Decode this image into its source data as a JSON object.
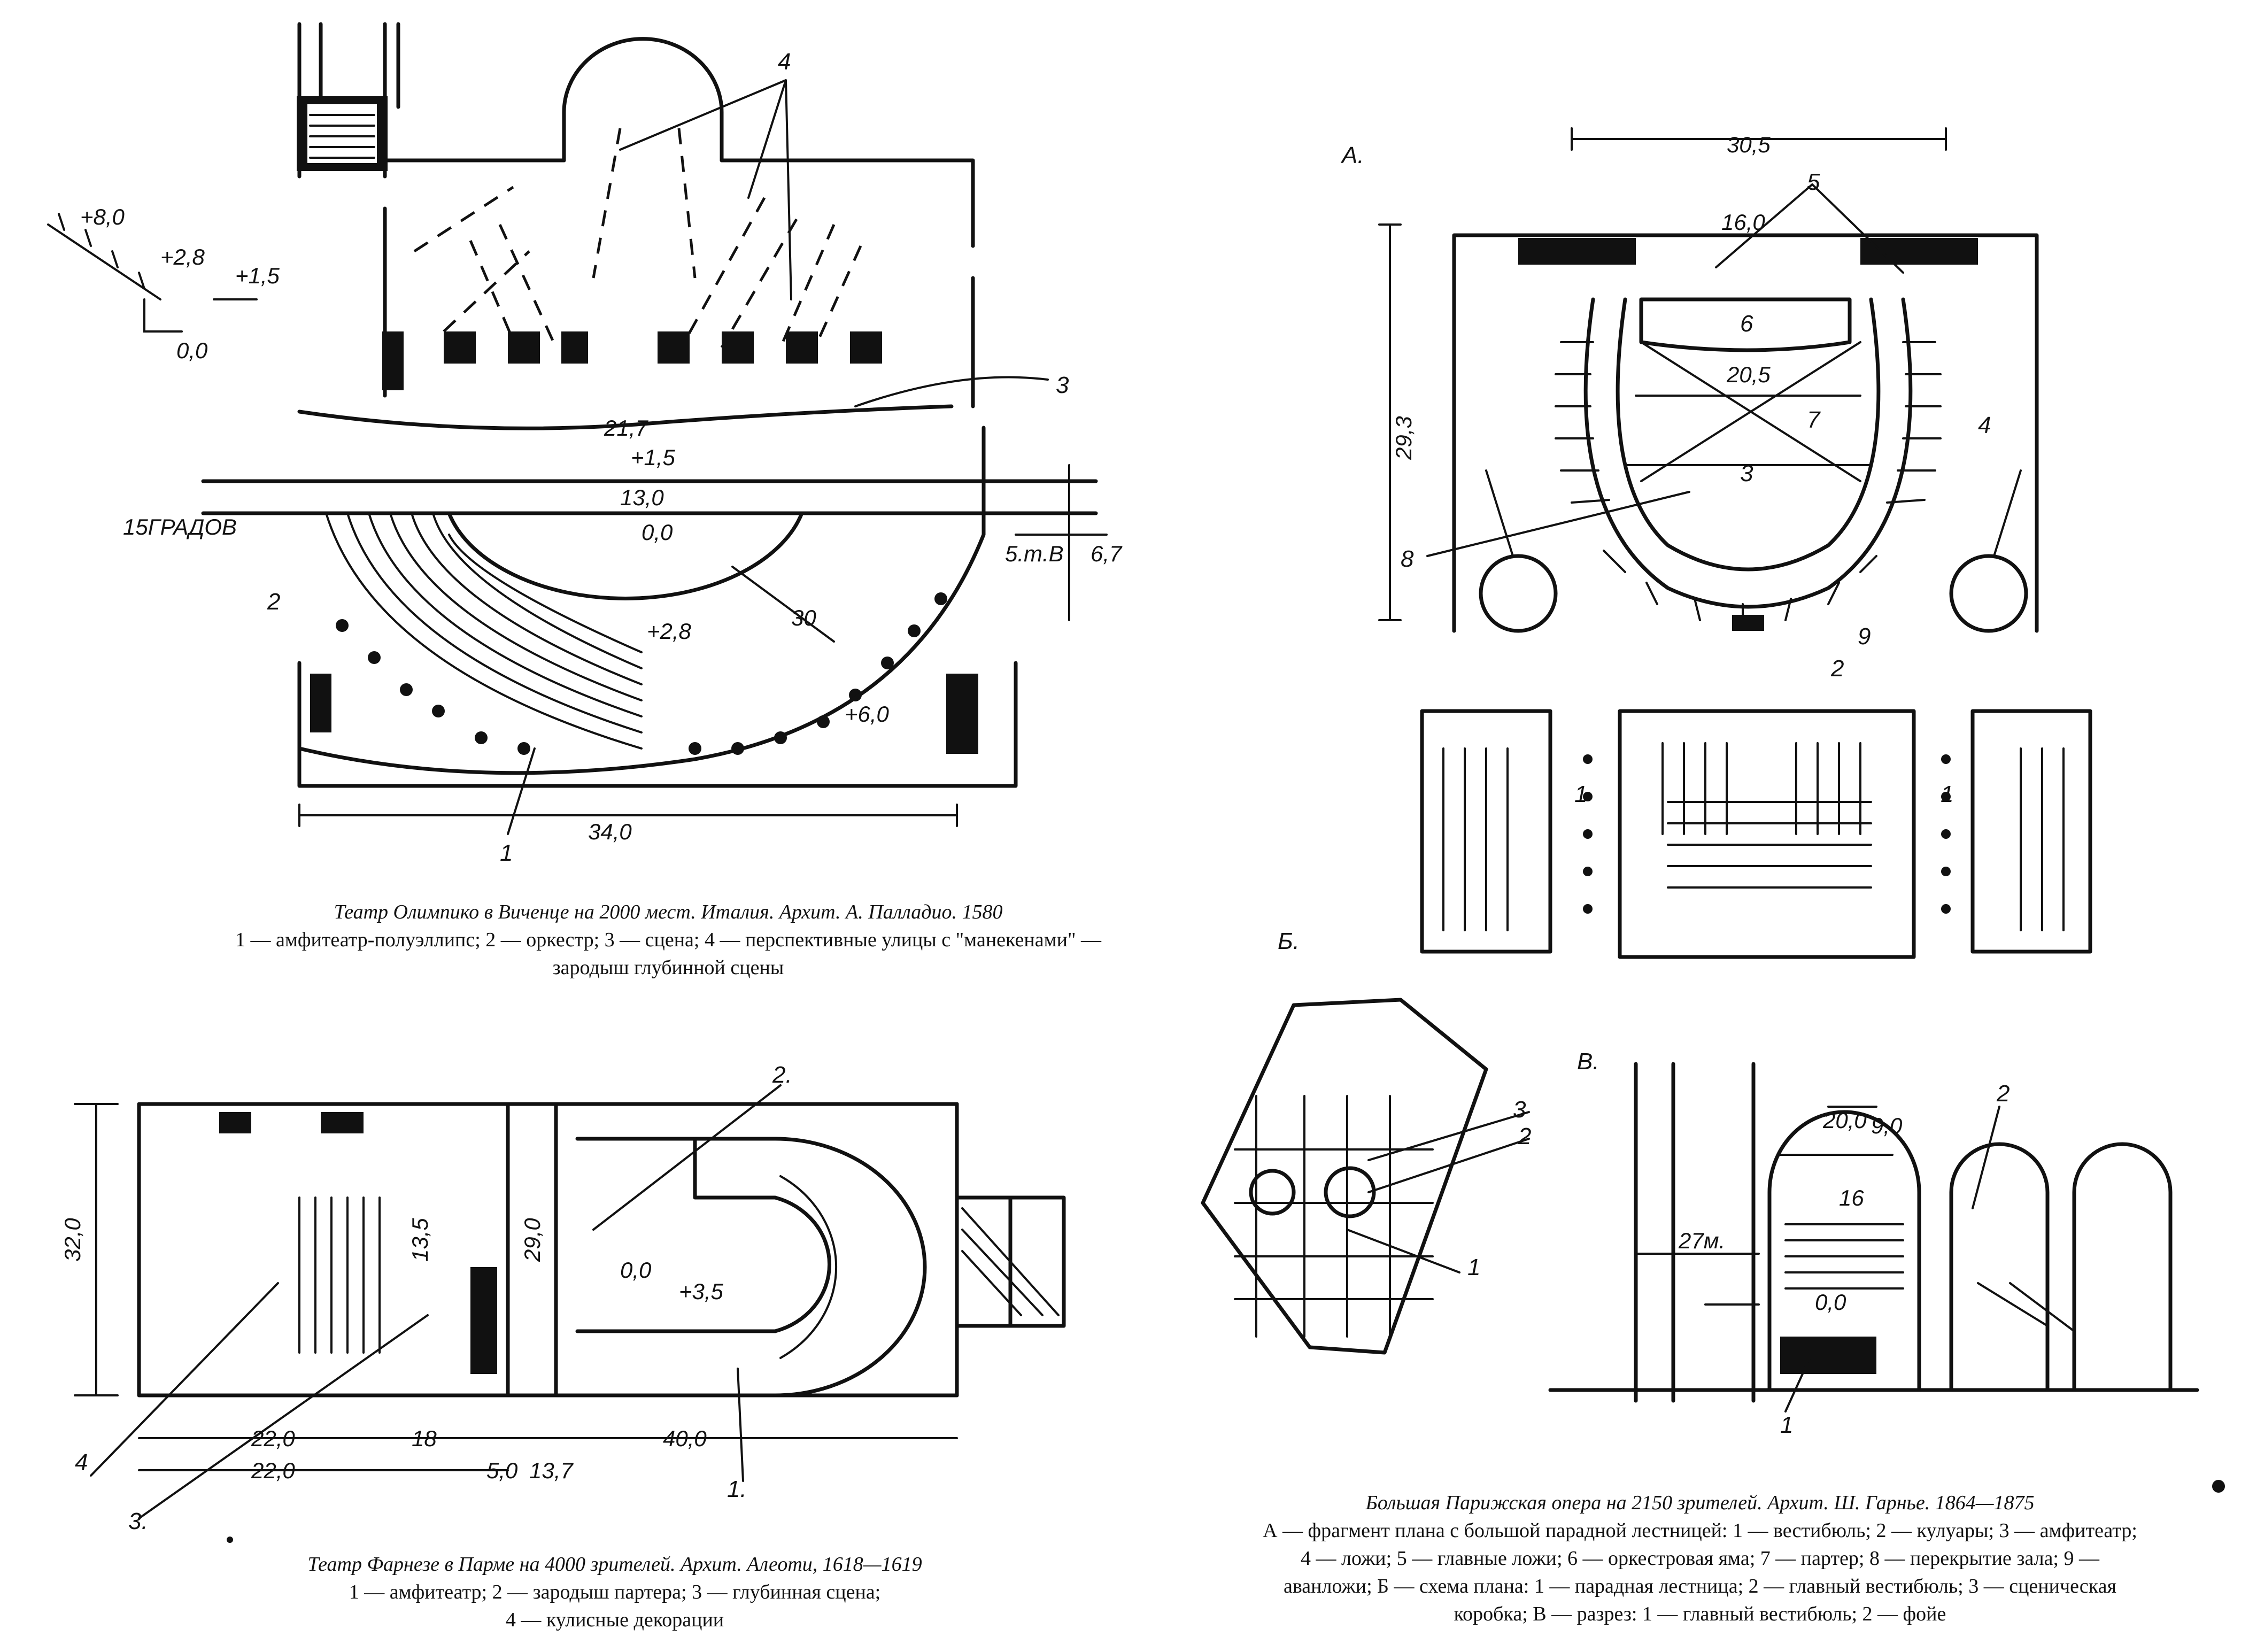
{
  "olimpico": {
    "title": "Театр Олимпико в Виченце на 2000 мест. Италия. Архит. А. Палладио. 1580",
    "desc_1": "1 — амфитеатр-полуэллипс; 2 — оркестр; 3 — сцена; 4 — перспективные улицы с \"манекенами\" —",
    "desc_2": "зародыш глубинной сцены",
    "labels": {
      "n4": "4",
      "n2": "2",
      "n1": "1",
      "n3": "3"
    },
    "dims": {
      "w": "21,7",
      "w2": "34,0",
      "h": "6,7",
      "r": "30",
      "gr": "15ГРАДОВ",
      "s": "5.m.B",
      "a": "+8,0",
      "b": "+2,8",
      "c": "+1,5",
      "d": "0,0",
      "e": "+1,5",
      "f": "13,0",
      "g": "0,0",
      "h2": "+2,8",
      "i": "+6,0"
    }
  },
  "farnese": {
    "title": "Театр Фарнезе в Парме на 4000 зрителей. Архит. Алеоти, 1618—1619",
    "desc_1": "1 — амфитеатр; 2 — зародыш партера; 3 — глубинная сцена;",
    "desc_2": "4 — кулисные декорации",
    "labels": {
      "n1": "1.",
      "n2": "2.",
      "n3": "3.",
      "n4": "4"
    },
    "dims": {
      "h": "32,0",
      "h2": "22,0",
      "h3": "13,5",
      "a": "29,0",
      "b": "18",
      "c": "40,0",
      "d": "22,0",
      "e": "5,0",
      "f": "13,7",
      "g": "0,0",
      "k": "+3,5"
    }
  },
  "paris": {
    "title": "Большая Парижская опера на 2150 зрителей. Архит. Ш. Гарнье. 1864—1875",
    "desc_1": "А — фрагмент плана с большой парадной лестницей: 1 — вестибюль; 2 — кулуары; 3 — амфитеатр;",
    "desc_2": "4 — ложи; 5 — главные ложи; 6 — оркестровая яма; 7 — партер; 8 — перекрытие зала; 9 —",
    "desc_3": "аванложи; Б — схема плана: 1 — парадная лестница; 2 — главный вестибюль; 3 — сценическая",
    "desc_4": "коробка; В — разрез: 1 — главный вестибюль; 2 — фойе",
    "sections": {
      "a": "А.",
      "b": "Б.",
      "v": "В."
    },
    "labels": {
      "n1": "1",
      "n2": "2",
      "n3": "3",
      "n4": "4",
      "n5": "5",
      "n6": "6",
      "n7": "7",
      "n8": "8",
      "n9": "9"
    },
    "dims": {
      "w": "30,5",
      "h": "29,3",
      "c": "16,0",
      "d": "20,5",
      "e": "27м.",
      "f": "20,0",
      "g": "16",
      "k": "0,0",
      "m": "9,0"
    }
  }
}
